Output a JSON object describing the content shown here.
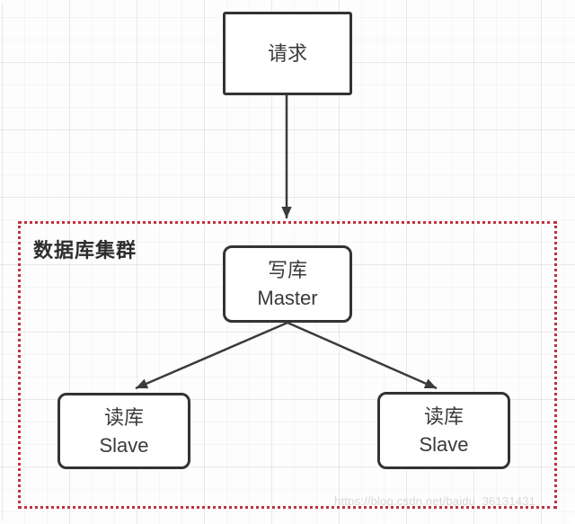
{
  "colors": {
    "cluster_border": "#bf3240",
    "box_border": "#333333",
    "arrow": "#3b3b3b",
    "text": "#3a3a3a",
    "watermark": "#d9d9d9"
  },
  "diagram": {
    "request": {
      "label": "请求"
    },
    "cluster": {
      "title": "数据库集群",
      "master": {
        "name_cn": "写库",
        "name_en": "Master"
      },
      "slaves": [
        {
          "name_cn": "读库",
          "name_en": "Slave"
        },
        {
          "name_cn": "读库",
          "name_en": "Slave"
        }
      ]
    },
    "watermark": "https://blog.csdn.net/baidu_36131431"
  }
}
